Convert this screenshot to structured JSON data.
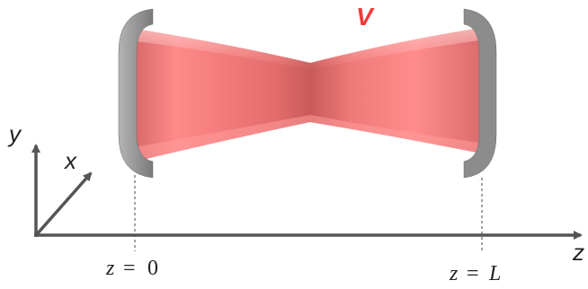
{
  "labels": {
    "y_axis": "y",
    "x_axis": "x",
    "z_axis": "z",
    "volume": "V",
    "z0_var": "z",
    "z0_eq": "=",
    "z0_val": "0",
    "zL_var": "z",
    "zL_eq": "=",
    "zL_val": "L"
  },
  "colors": {
    "beam_light": "#ff8c8c",
    "beam_mid": "#f07c7c",
    "beam_dark": "#cc5c5c",
    "mirror_face": "#8c8c8c",
    "mirror_edge": "#6a6a6a",
    "axis": "#555555",
    "volume_label": "#f03a3a"
  }
}
